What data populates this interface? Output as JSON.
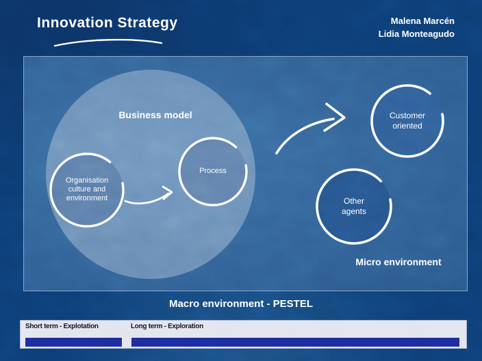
{
  "header": {
    "title": "Innovation Strategy",
    "authors": [
      "Malena Marcén",
      "Lidia Monteagudo"
    ]
  },
  "diagram": {
    "business_model_label": "Business model",
    "organisation_lines": [
      "Organisation",
      "culture and",
      "environment"
    ],
    "process_label": "Process",
    "customer_lines": [
      "Customer",
      "oriented"
    ],
    "other_agents_lines": [
      "Other",
      "agents"
    ],
    "micro_environment_label": "Micro environment"
  },
  "macro_environment_label": "Macro environment - PESTEL",
  "timeline": {
    "short_term_label": "Short term - Explotation",
    "long_term_label": "Long term - Exploration"
  },
  "colors": {
    "background": "#0d3e76",
    "panel": "#346499",
    "business_model_circle": "#7b97bd",
    "organisation_circle": "#5d7fab",
    "process_circle": "#6383ae",
    "customer_circle": "#31609a",
    "other_agents_circle": "#27568f",
    "timeline_strip": "#e2e5ee",
    "timeline_bar": "#1b2c9d",
    "stroke": "#ffffff"
  }
}
